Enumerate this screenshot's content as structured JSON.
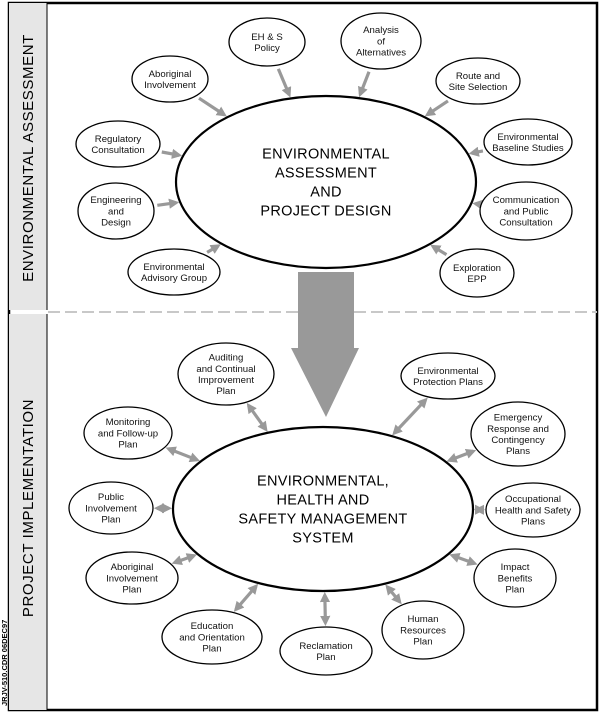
{
  "colors": {
    "panel": "#000000",
    "band": "#e6e6e6",
    "arrow": "#999999",
    "ellipse_stroke": "#000000"
  },
  "drawing_code": "JRJV-510.CDR 06DEC97",
  "assessment": {
    "band_label": "ENVIRONMENTAL ASSESSMENT",
    "hub": [
      "ENVIRONMENTAL",
      "ASSESSMENT",
      "AND",
      "PROJECT DESIGN"
    ],
    "nodes": [
      {
        "id": "eh-s-policy",
        "lines": [
          "EH & S",
          "Policy"
        ]
      },
      {
        "id": "analysis-of-alternatives",
        "lines": [
          "Analysis",
          "of",
          "Alternatives"
        ]
      },
      {
        "id": "aboriginal-involvement",
        "lines": [
          "Aboriginal",
          "Involvement"
        ]
      },
      {
        "id": "route-and-site-selection",
        "lines": [
          "Route and",
          "Site Selection"
        ]
      },
      {
        "id": "regulatory-consultation",
        "lines": [
          "Regulatory",
          "Consultation"
        ]
      },
      {
        "id": "environmental-baseline-studies",
        "lines": [
          "Environmental",
          "Baseline Studies"
        ]
      },
      {
        "id": "engineering-and-design",
        "lines": [
          "Engineering",
          "and",
          "Design"
        ]
      },
      {
        "id": "communication-and-public-consultation",
        "lines": [
          "Communication",
          "and Public",
          "Consultation"
        ]
      },
      {
        "id": "environmental-advisory-group",
        "lines": [
          "Environmental",
          "Advisory Group"
        ]
      },
      {
        "id": "exploration-epp",
        "lines": [
          "Exploration",
          "EPP"
        ]
      }
    ]
  },
  "implementation": {
    "band_label": "PROJECT IMPLEMENTATION",
    "hub": [
      "ENVIRONMENTAL,",
      "HEALTH AND",
      "SAFETY MANAGEMENT",
      "SYSTEM"
    ],
    "nodes": [
      {
        "id": "auditing-and-continual-improvement-plan",
        "lines": [
          "Auditing",
          "and Continual",
          "Improvement",
          "Plan"
        ]
      },
      {
        "id": "environmental-protection-plans",
        "lines": [
          "Environmental",
          "Protection Plans"
        ]
      },
      {
        "id": "monitoring-and-follow-up-plan",
        "lines": [
          "Monitoring",
          "and Follow-up",
          "Plan"
        ]
      },
      {
        "id": "emergency-response-and-contingency-plans",
        "lines": [
          "Emergency",
          "Response and",
          "Contingency",
          "Plans"
        ]
      },
      {
        "id": "public-involvement-plan",
        "lines": [
          "Public",
          "Involvement",
          "Plan"
        ]
      },
      {
        "id": "occupational-health-and-safety-plans",
        "lines": [
          "Occupational",
          "Health and Safety",
          "Plans"
        ]
      },
      {
        "id": "aboriginal-involvement-plan",
        "lines": [
          "Aboriginal",
          "Involvement",
          "Plan"
        ]
      },
      {
        "id": "impact-benefits-plan",
        "lines": [
          "Impact",
          "Benefits",
          "Plan"
        ]
      },
      {
        "id": "education-and-orientation-plan",
        "lines": [
          "Education",
          "and Orientation",
          "Plan"
        ]
      },
      {
        "id": "human-resources-plan",
        "lines": [
          "Human",
          "Resources",
          "Plan"
        ]
      },
      {
        "id": "reclamation-plan",
        "lines": [
          "Reclamation",
          "Plan"
        ]
      }
    ]
  }
}
